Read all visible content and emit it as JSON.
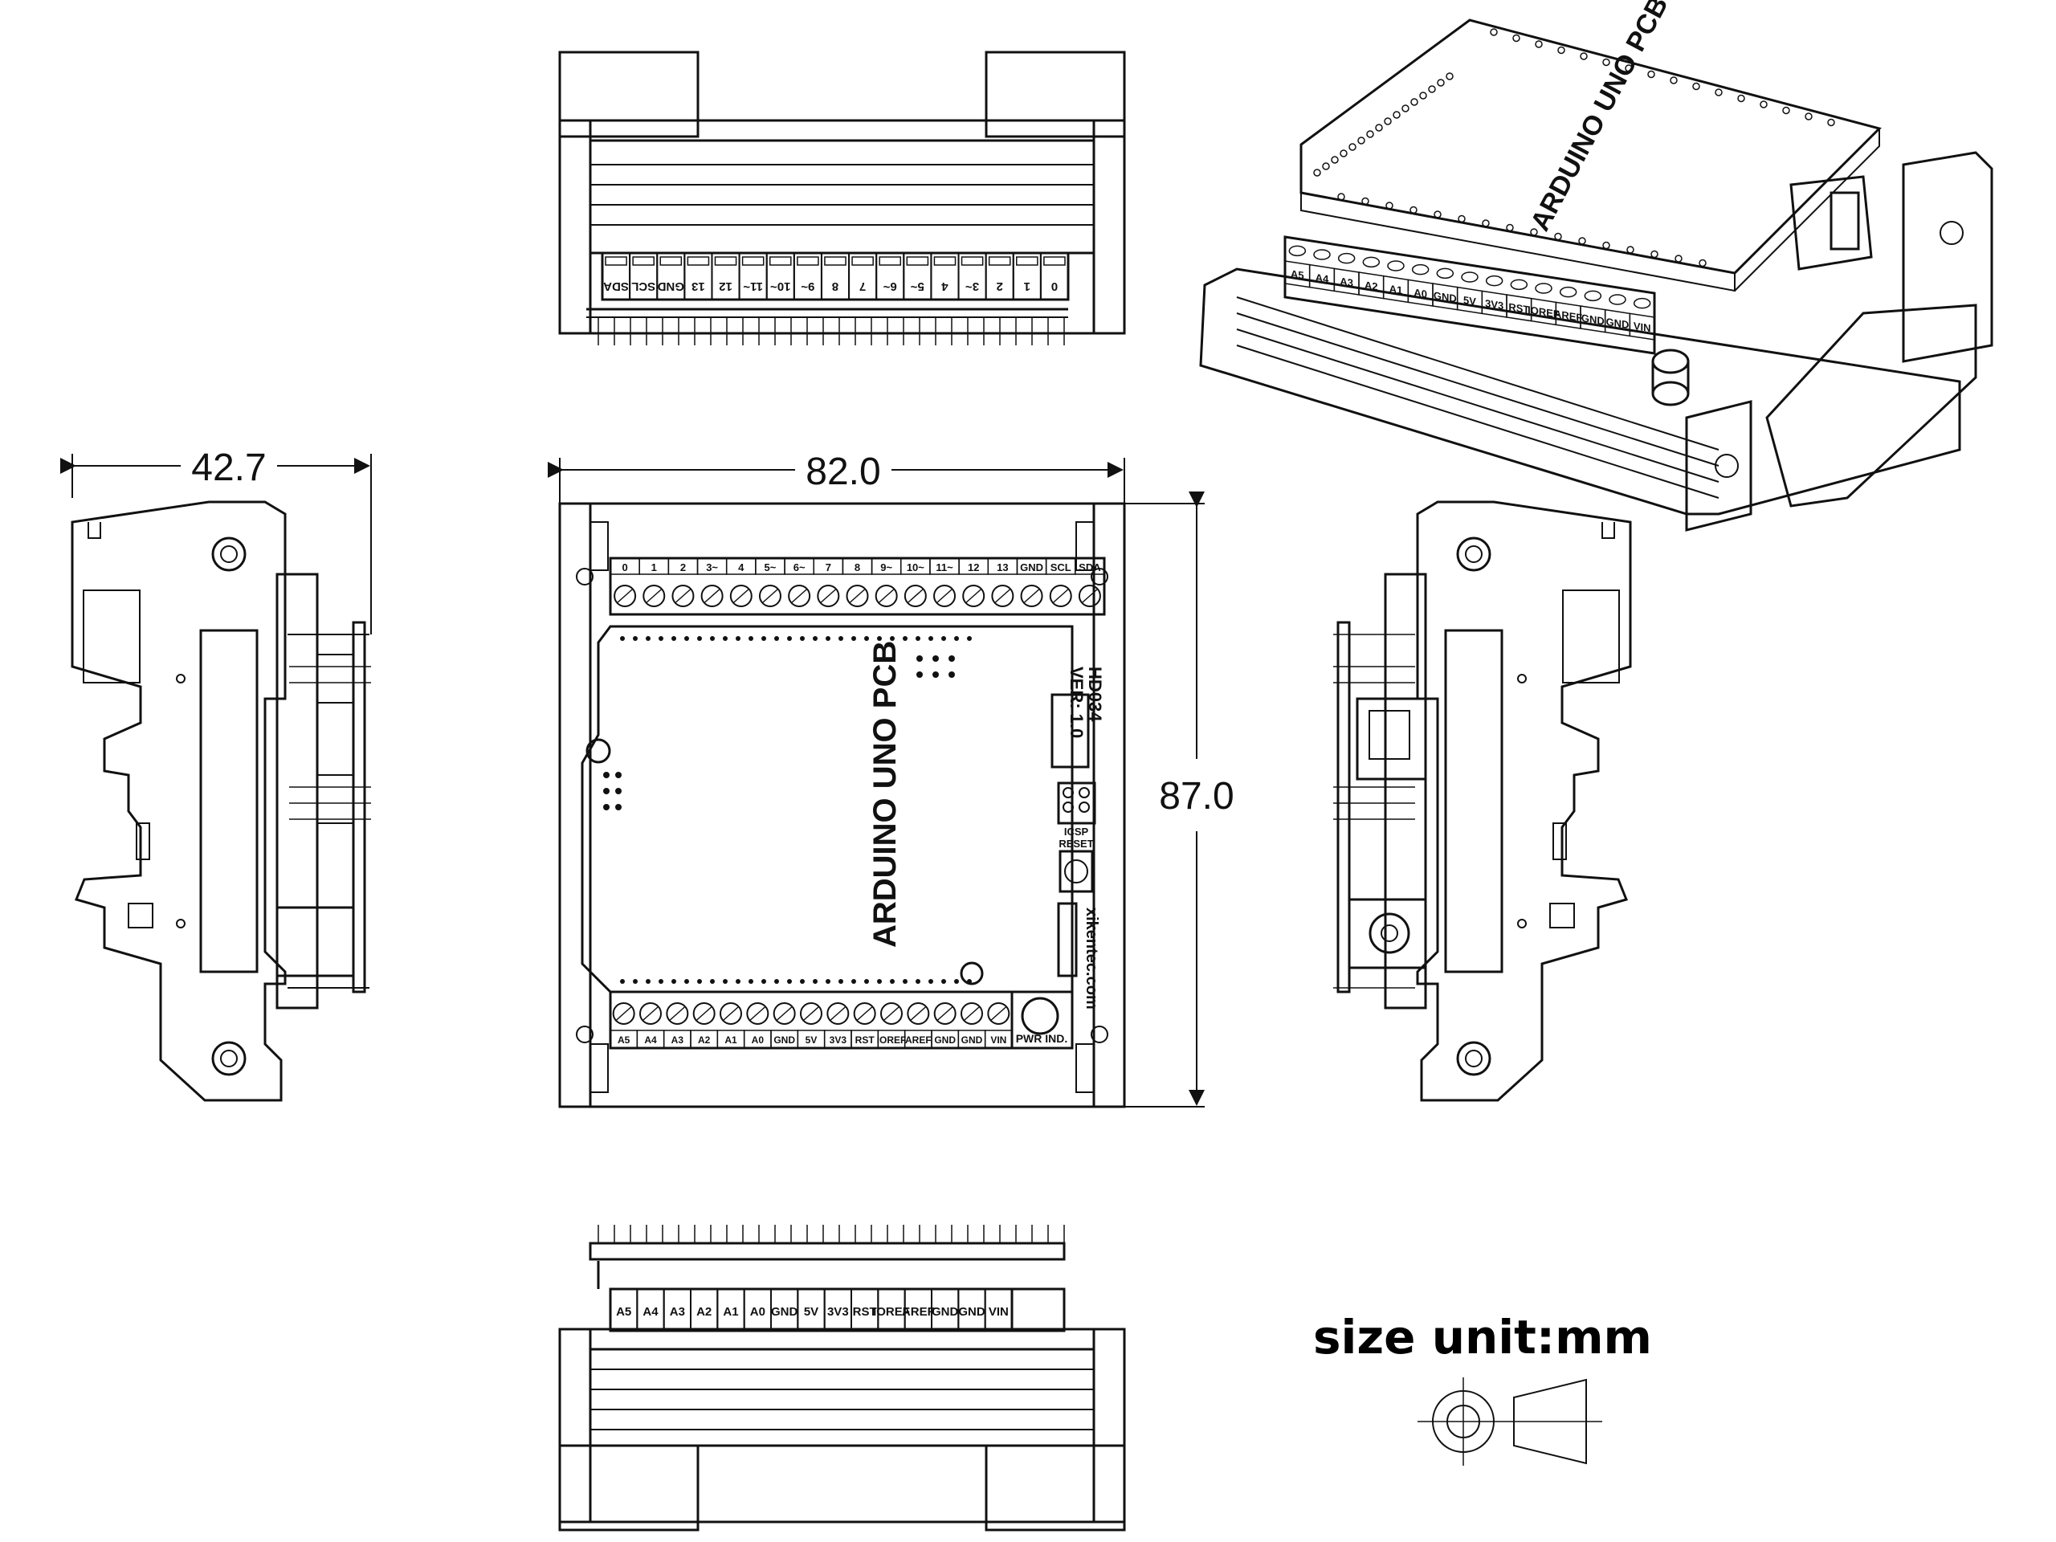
{
  "dimensions": {
    "width": "82.0",
    "height": "87.0",
    "depth": "42.7"
  },
  "unit_note": "size unit:mm",
  "board": {
    "name": "ARDUINO UNO PCB",
    "model": "HD034",
    "version": "VER: 1.0",
    "site": "xikentec.com",
    "icsp": "ICSP",
    "reset": "RESET",
    "pwr": "PWR IND."
  },
  "top_terminals": [
    "0",
    "1",
    "2",
    "3~",
    "4",
    "5~",
    "6~",
    "7",
    "8",
    "9~",
    "10~",
    "11~",
    "12",
    "13",
    "GND",
    "SCL",
    "SDA"
  ],
  "top_view_terminals": [
    "SDA",
    "SCL",
    "GND",
    "13",
    "12",
    "11~",
    "10~",
    "9~",
    "8",
    "7",
    "6~",
    "5~",
    "4",
    "3~",
    "2",
    "1",
    "0"
  ],
  "bottom_terminals": [
    "A5",
    "A4",
    "A3",
    "A2",
    "A1",
    "A0",
    "GND",
    "5V",
    "3V3",
    "RST",
    "IOREF",
    "AREF",
    "GND",
    "GND",
    "VIN"
  ],
  "iso_terminals": [
    "A5",
    "A4",
    "A3",
    "A2",
    "A1",
    "A0",
    "GND",
    "5V",
    "3V3",
    "RST",
    "IOREF",
    "AREF",
    "GND",
    "GND",
    "VIN"
  ]
}
